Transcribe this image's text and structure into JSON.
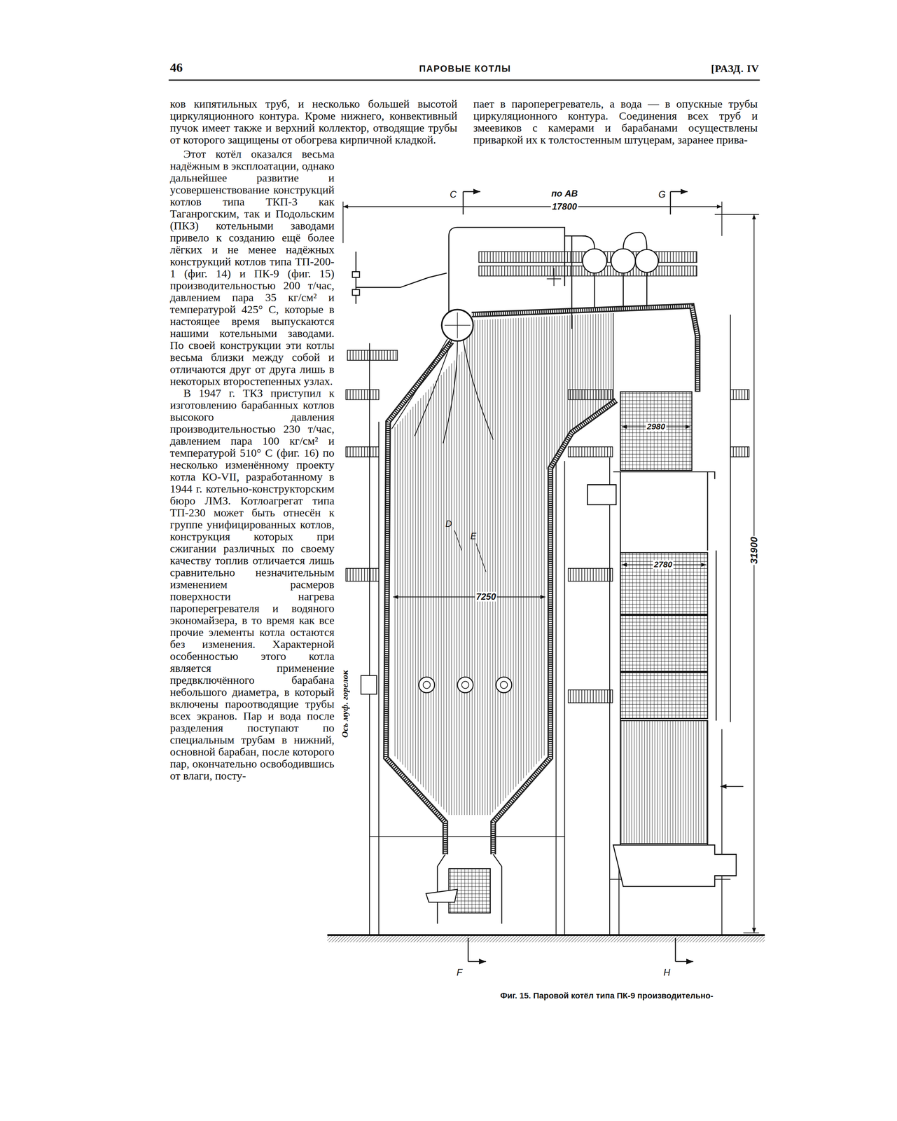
{
  "diagram": {
    "caption": "Фиг. 15. Паровой котёл типа ПК-9 производительно-",
    "labels": [
      "46",
      "ПАРОВЫЕ КОТЛЫ",
      "[РАЗД. IV",
      "ков кипятильных труб, и несколько большей высотой циркуляционного контура. Кроме нижнего, конвективный пучок имеет также и верхний коллектор, отводящие трубы от которого защищены от обогрева кирпичной кладкой.",
      "пает в пароперегреватель, а вода — в опускные трубы циркуляционного контура. Соединения всех труб и змеевиков с камерами и барабанами осуществлены приваркой их к толстостенным штуцерам, заранее прива-",
      "Этот котёл оказался весьма надёжным в эксплоатации, однако дальнейшее развитие и усовершенствование конструкций котлов типа ТКП-3 как Таганрогским, так и Подольским (ПКЗ) котельными заводами привело к созданию ещё более лёгких и не менее надёжных конструкций котлов типа ТП-200-1 (фиг. 14) и ПК-9 (фиг. 15) производительностью 200 т/час, давлением пара 35 кг/см² и температурой 425° С, которые в настоящее время выпускаются нашими котельными заводами. По своей конструкции эти котлы весьма близки между собой и отличаются друг от друга лишь в некоторых второстепенных узлах.",
      "В 1947 г. ТКЗ приступил к изготовлению барабанных котлов высокого давления производительностью 230 т/час, давлением пара 100 кг/см² и температурой 510° С (фиг. 16) по несколько изменённому проекту котла КО-VII, разработанному в 1944 г. котельно-конструкторским бюро ЛМЗ. Котлоагрегат типа ТП-230 может быть отнесён к группе унифицированных котлов, конструкция которых при сжигании различных по своему качеству топлив отличается лишь сравнительно незначительным изменением расмеров поверхности нагрева пароперегревателя и водяного экономайзера, в то время как все прочие элементы котла остаются без изменения. Характерной особенностью этого котла является применение предвключённого барабана небольшого диаметра, в который включены пароотводящие трубы всех экранов. Пар и вода после разделения поступают по специальным трубам в нижний, основной барабан, после которого пар, окончательно освободившись от влаги, посту-",
      "C",
      "по AB",
      "17800",
      "G",
      "31900",
      "2980",
      "D",
      "E",
      "2780",
      "7250",
      "Ось муф. горелок",
      "F",
      "H"
    ]
  }
}
